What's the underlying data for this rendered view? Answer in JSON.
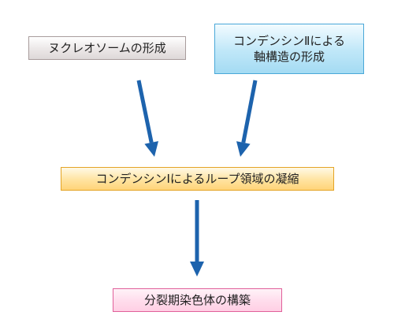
{
  "diagram": {
    "nucleosome_box": "ヌクレオソームの形成",
    "condensin2_box": {
      "line1": "コンデンシンⅡによる",
      "line2": "軸構造の形成"
    },
    "condensin1_box": "コンデンシンⅠによるループ領域の凝縮",
    "mitotic_box": "分裂期染色体の構築",
    "colors": {
      "arrow": "#1d63ad",
      "nucleosome_border": "#a89c9c",
      "condensin2_border": "#4aa8d8",
      "condensin1_border": "#e4a425",
      "mitotic_border": "#e0609a"
    }
  }
}
